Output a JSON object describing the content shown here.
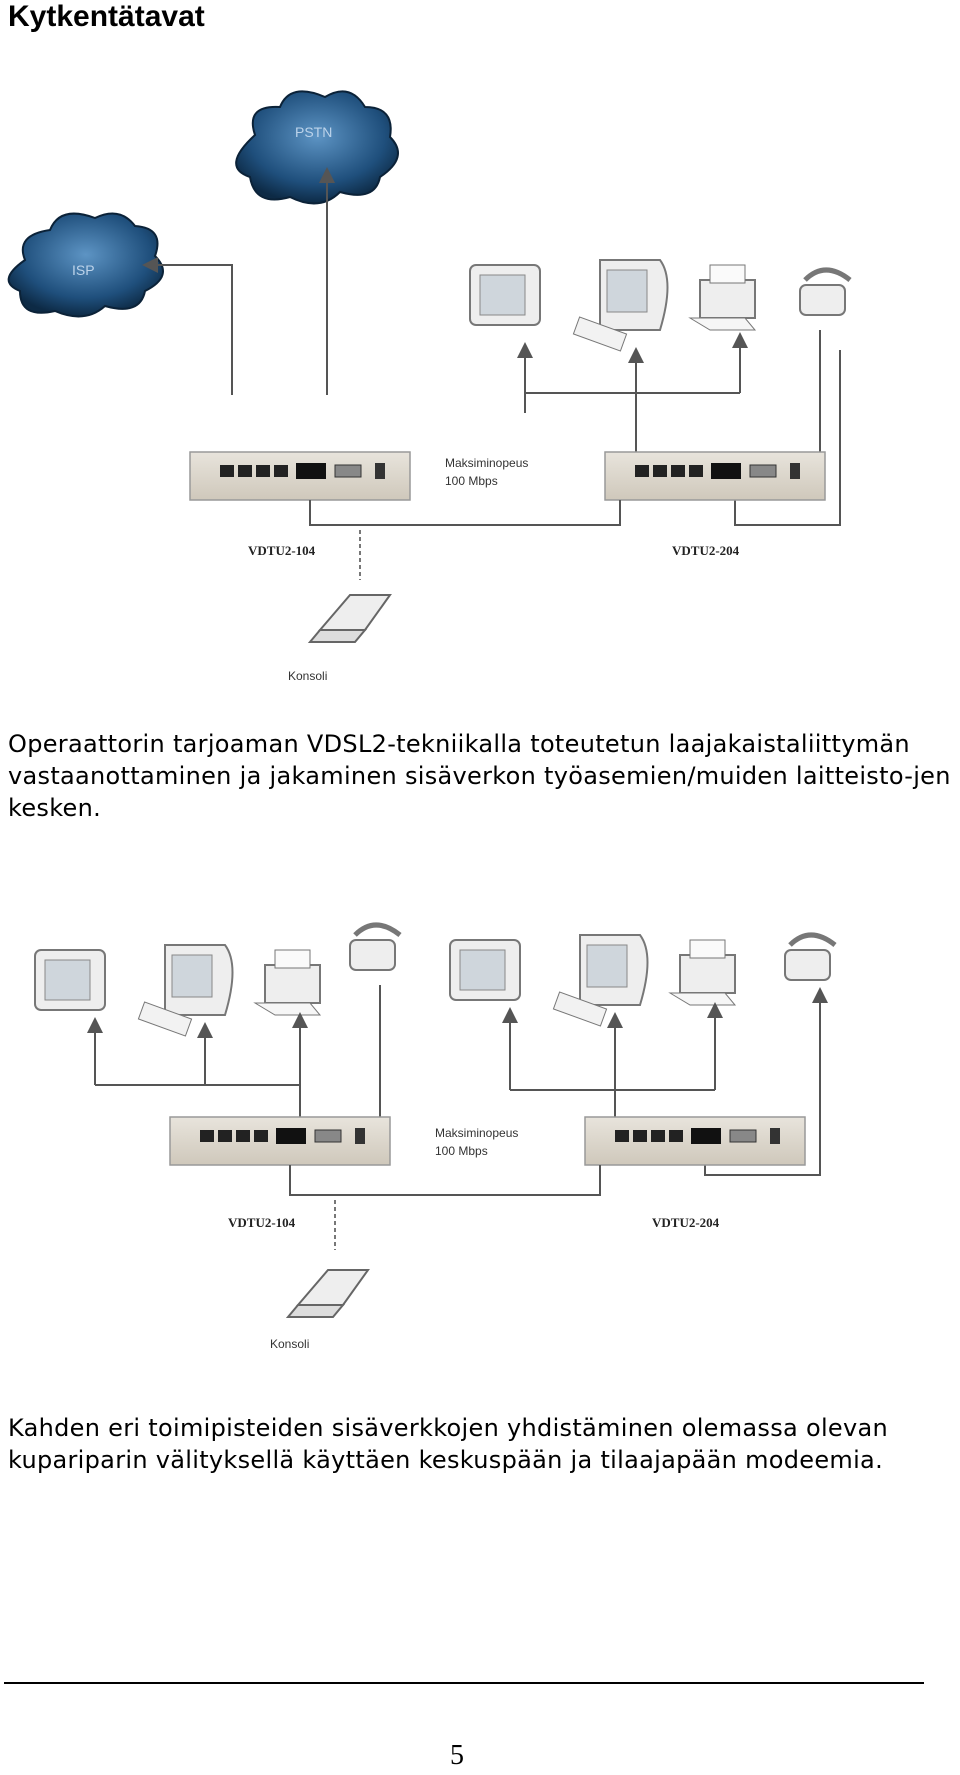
{
  "page": {
    "heading": "Kytkentätavat",
    "page_number": "5"
  },
  "figure1": {
    "cloud_psn": "PSTN",
    "cloud_isp": "ISP",
    "modem_left": "VDTU2-104",
    "modem_right": "VDTU2-204",
    "speed_line1": "Maksiminopeus",
    "speed_line2": "100 Mbps",
    "console": "Konsoli"
  },
  "caption1": "Operaattorin tarjoaman VDSL2-tekniikalla toteutetun laajakaistaliittymän vastaanottaminen ja jakaminen sisäverkon työasemien/muiden laitteisto-jen kesken.",
  "figure2": {
    "modem_left": "VDTU2-104",
    "modem_right": "VDTU2-204",
    "speed_line1": "Maksiminopeus",
    "speed_line2": "100 Mbps",
    "console": "Konsoli"
  },
  "caption2": "Kahden eri toimipisteiden sisäverkkojen yhdistäminen olemassa olevan kupariparin välityksellä käyttäen keskuspään ja tilaajapään modeemia."
}
